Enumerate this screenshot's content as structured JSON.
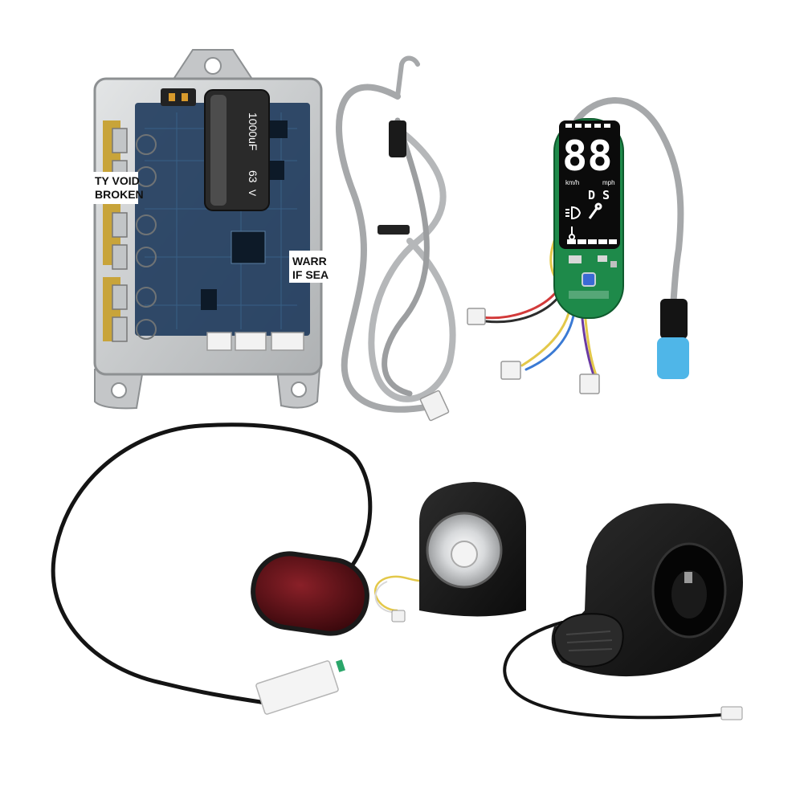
{
  "controller": {
    "sticker_left": [
      "TY VOID",
      "BROKEN"
    ],
    "sticker_right": [
      "WARR",
      "IF SEA"
    ],
    "capacitor_text": [
      "1000uF",
      "63",
      "V"
    ]
  },
  "dashboard": {
    "speed_digits": "88",
    "unit_kmh": "km/h",
    "unit_mph": "mph",
    "mode_text": "D S"
  },
  "colors": {
    "background": "#ffffff",
    "controller_shell": "#c9cbcc",
    "pcb_blue": "#1e3a5c",
    "pcb_green": "#1e8a4a",
    "cable_grey": "#a6a8aa",
    "black_plastic": "#141414",
    "tail_light_red": "#6e1418",
    "connector_blue": "#4fb6e8"
  }
}
